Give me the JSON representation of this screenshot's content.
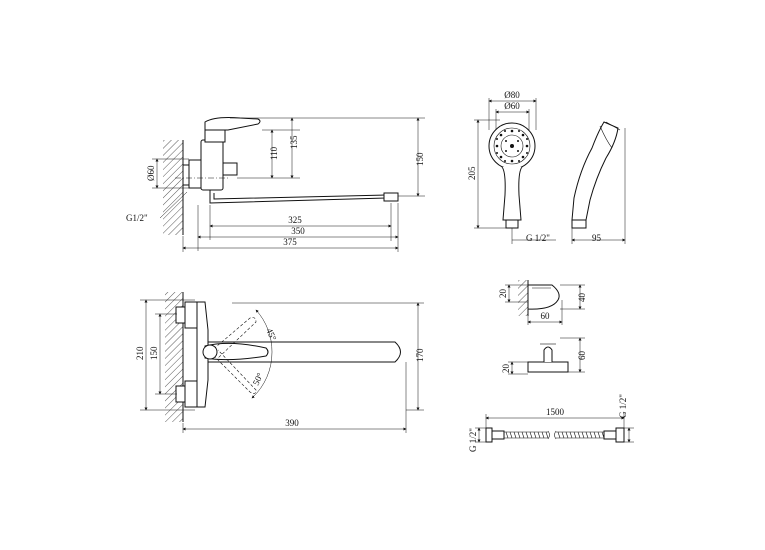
{
  "faucet_side": {
    "d_height_110": "110",
    "d_height_135": "135",
    "d_height_150": "150",
    "d_diameter_60": "Ø60",
    "d_thread": "G1/2\"",
    "d_len_325": "325",
    "d_len_350": "350",
    "d_len_375": "375"
  },
  "faucet_top": {
    "d_height_210": "210",
    "d_height_150": "150",
    "d_height_170": "170",
    "d_angle_45": "45°",
    "d_angle_50": "50°",
    "d_len_390": "390"
  },
  "handshower": {
    "d_dia_80": "Ø80",
    "d_dia_60": "Ø60",
    "d_len_205": "205",
    "d_thread": "G 1/2\"",
    "d_width_95": "95"
  },
  "holder_fixed": {
    "d_20": "20",
    "d_40": "40",
    "d_60": "60"
  },
  "holder_wall": {
    "d_20": "20",
    "d_60_w": "60"
  },
  "hose": {
    "d_length_1500": "1500",
    "d_thread_left": "G 1/2\"",
    "d_thread_right": "G 1/2\""
  }
}
